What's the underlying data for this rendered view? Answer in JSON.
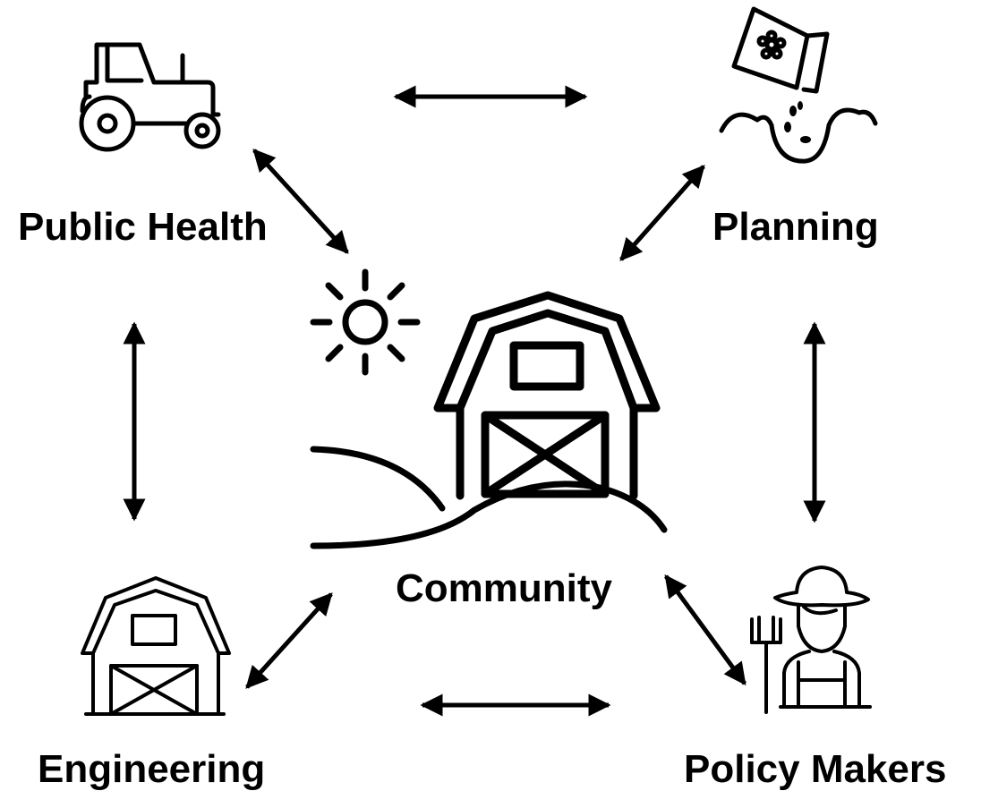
{
  "labels": {
    "public_health": "Public Health",
    "planning": "Planning",
    "community": "Community",
    "engineering": "Engineering",
    "policy_makers": "Policy Makers"
  },
  "icons": {
    "public_health": "tractor-icon",
    "planning": "seed-packet-icon",
    "community": "barn-hill-sun-icon",
    "engineering": "barn-icon",
    "policy_makers": "farmer-pitchfork-icon"
  },
  "connections": [
    {
      "from": "Public Health",
      "to": "Planning",
      "type": "bidirectional"
    },
    {
      "from": "Public Health",
      "to": "Community",
      "type": "bidirectional"
    },
    {
      "from": "Planning",
      "to": "Community",
      "type": "bidirectional"
    },
    {
      "from": "Public Health",
      "to": "Engineering",
      "type": "bidirectional"
    },
    {
      "from": "Planning",
      "to": "Policy Makers",
      "type": "bidirectional"
    },
    {
      "from": "Engineering",
      "to": "Community",
      "type": "bidirectional"
    },
    {
      "from": "Policy Makers",
      "to": "Community",
      "type": "bidirectional"
    },
    {
      "from": "Engineering",
      "to": "Policy Makers",
      "type": "bidirectional"
    }
  ],
  "colors": {
    "stroke": "#000000",
    "background": "#ffffff"
  }
}
